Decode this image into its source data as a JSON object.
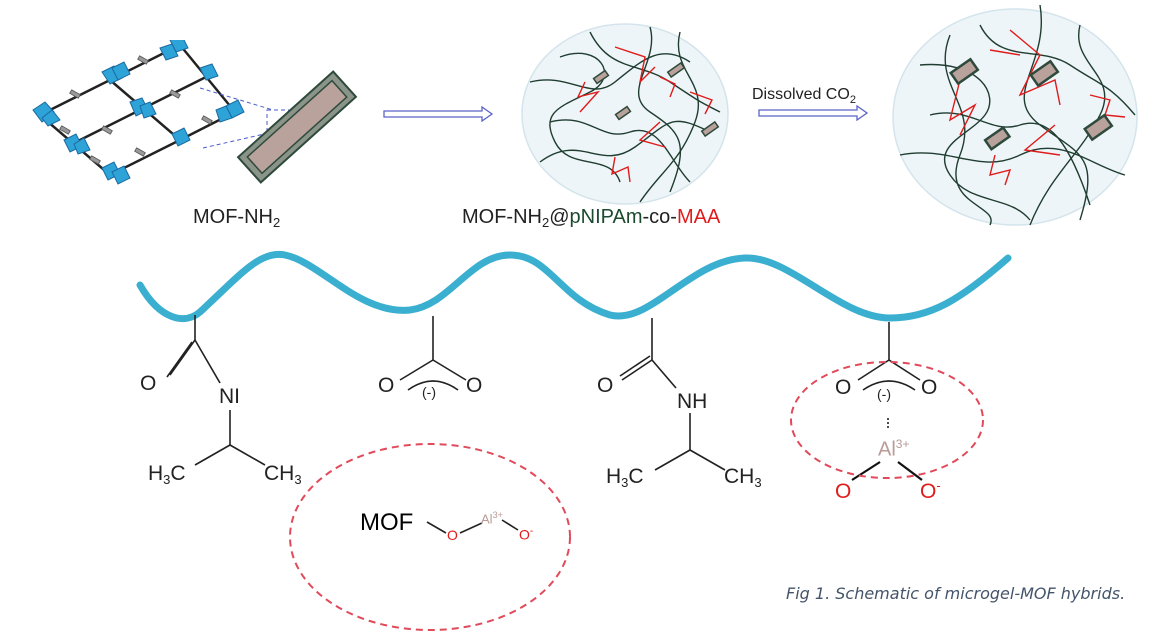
{
  "figure": {
    "caption": "Fig 1. Schematic of microgel-MOF hybrids.",
    "colors": {
      "backbone": "#3aafd0",
      "mof_crystal": "#b9a29c",
      "crystal_border": "#2f4a3c",
      "polymer_chain": "#1f3d30",
      "maa_chain": "#e01b1b",
      "microgel_fill": "#eef5f8",
      "arrow": "#5a63c8",
      "highlight_dash": "#e04a5a",
      "aluminum": "#b89a96"
    }
  },
  "top_row": {
    "mof_label": {
      "main": "MOF-NH",
      "sub": "2"
    },
    "hybrid_label": {
      "part1": "MOF-NH",
      "sub": "2",
      "part2": "@",
      "part3": "pNIPAm",
      "part4": "-co-",
      "part5": "MAA"
    },
    "stimulus_label": {
      "main": "Dissolved CO",
      "sub": "2"
    }
  },
  "chemistry": {
    "unit1": {
      "o": "O",
      "n": "NI",
      "left_methyl": "H",
      "left_methyl_sub": "3",
      "left_methyl_c": "C",
      "right_methyl": "CH",
      "right_methyl_sub": "3"
    },
    "unit2": {
      "o_left": "O",
      "o_right": "O",
      "charge": "(-)"
    },
    "unit3": {
      "o": "O",
      "n": "NH",
      "left_methyl": "H",
      "left_methyl_sub": "3",
      "left_methyl_c": "C",
      "right_methyl": "CH",
      "right_methyl_sub": "3"
    },
    "unit4": {
      "o_left": "O",
      "o_right": "O",
      "charge": "(-)",
      "metal": "Al",
      "metal_charge": "3+",
      "o_bottom_left": "O",
      "o_bottom_right": "O",
      "minus": "-"
    },
    "mof_site": {
      "mof": "MOF",
      "o1": "O",
      "metal": "Al",
      "metal_charge": "3+",
      "o2": "O",
      "minus": "-"
    }
  }
}
